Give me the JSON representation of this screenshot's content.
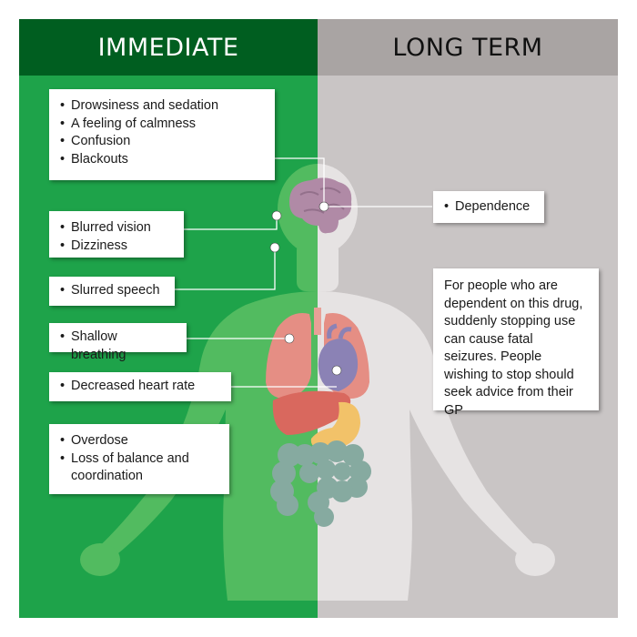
{
  "header": {
    "immediate": "IMMEDIATE",
    "long_term": "LONG TERM"
  },
  "immediate_effects": {
    "mind": [
      "Drowsiness and sedation",
      "A feeling of calmness",
      "Confusion",
      "Blackouts"
    ],
    "eyes": [
      "Blurred vision",
      "Dizziness"
    ],
    "speech": [
      "Slurred speech"
    ],
    "lungs": [
      "Shallow breathing"
    ],
    "heart": [
      "Decreased heart rate"
    ],
    "body": [
      "Overdose",
      "Loss of balance and coordination"
    ]
  },
  "long_term_effects": {
    "brain": [
      "Dependence"
    ],
    "note": "For people who are dependent on this drug, suddenly stopping use can cause fatal seizures. People wishing to stop should seek advice from their GP"
  },
  "colors": {
    "immediate_panel": "#1ea34a",
    "immediate_header": "#005e20",
    "long_term_panel": "#c9c5c5",
    "long_term_header": "#a9a4a3",
    "body_green": "#52bb60",
    "body_grey": "#e6e3e3",
    "brain": "#b08aa6",
    "lungs": "#e58e84",
    "heart": "#8b82b5",
    "liver": "#d9685e",
    "stomach": "#f2c269",
    "intestines": "#86aaa0"
  }
}
